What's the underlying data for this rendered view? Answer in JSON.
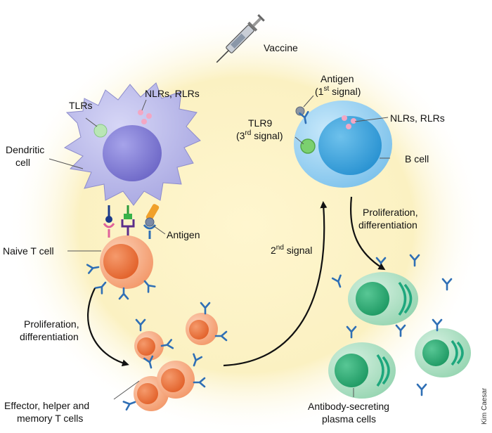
{
  "labels": {
    "vaccine": "Vaccine",
    "tlrs": "TLRs",
    "nlrs_rlrs_dc": "NLRs, RLRs",
    "dendritic_line1": "Dendritic",
    "dendritic_line2": "cell",
    "antigen_dc": "Antigen",
    "naive_t": "Naive T cell",
    "prolif_t_line1": "Proliferation,",
    "prolif_t_line2": "differentiation",
    "effector_line1": "Effector, helper and",
    "effector_line2": "memory T cells",
    "second_signal_base": "2",
    "second_signal_sup": "nd",
    "second_signal_rest": " signal",
    "antigen_b": "Antigen",
    "first_signal_open": "(1",
    "first_signal_sup": "st",
    "first_signal_rest": " signal)",
    "tlr9": "TLR9",
    "third_signal_open": "(3",
    "third_signal_sup": "rd",
    "third_signal_rest": " signal)",
    "nlrs_rlrs_b": "NLRs, RLRs",
    "b_cell": "B cell",
    "prolif_b_line1": "Proliferation,",
    "prolif_b_line2": "differentiation",
    "plasma_line1": "Antibody-secreting",
    "plasma_line2": "plasma cells",
    "credit": "Kim Caesar"
  },
  "colors": {
    "glow": "#fbf3c4",
    "dendritic": "#b3b3e8",
    "dendritic_nucleus": "#8c88d8",
    "tcell": "#f7a37a",
    "tcell_nucleus": "#ee7d4a",
    "bcell": "#8dcbef",
    "bcell_nucleus": "#41a8e0",
    "plasma": "#a9dec2",
    "plasma_nucleus": "#2fae7a",
    "antibody": "#2f6fb5",
    "receptor_green": "#67c85c",
    "receptor_pink": "#f195b8",
    "antigen_orange": "#f0a02a",
    "arrow": "#111111"
  },
  "icons": [
    "syringe-icon",
    "antibody-icon",
    "arrow-icon"
  ]
}
